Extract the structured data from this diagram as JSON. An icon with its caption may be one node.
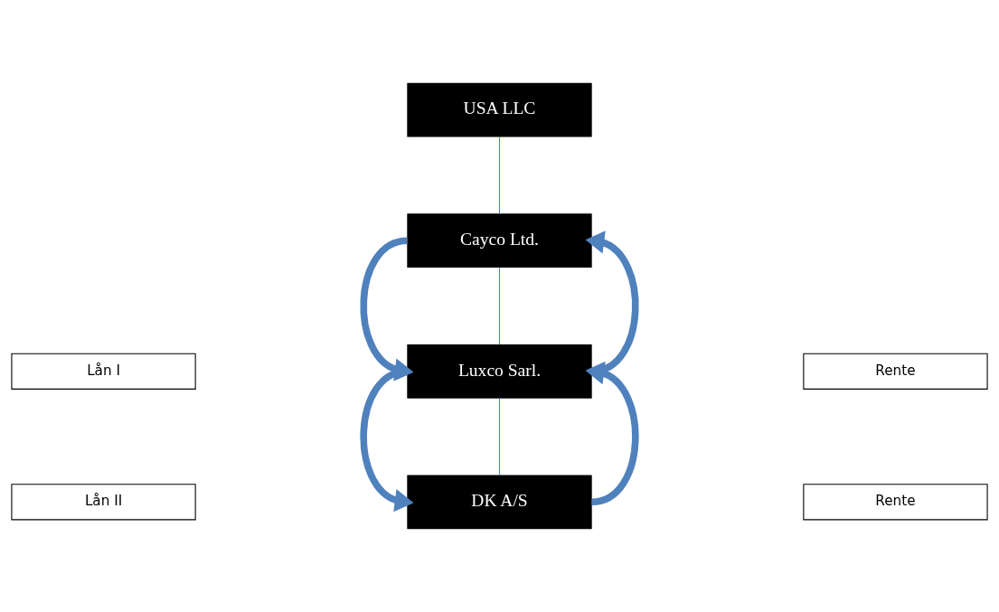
{
  "diagram": {
    "nodes": [
      {
        "text": [
          "USA LLC"
        ]
      },
      {
        "text": [
          "Cayco Ltd."
        ]
      },
      {
        "text": [
          "Luxco Sarl."
        ]
      },
      {
        "text": [
          "DK A/S"
        ]
      },
      {
        "text": [
          "Lån I"
        ]
      },
      {
        "text": [
          "Rente"
        ]
      },
      {
        "text": [
          "Lån II"
        ]
      },
      {
        "text": [
          "Rente"
        ]
      }
    ],
    "edges": [
      {
        "from": 0,
        "to": 1,
        "arrow": "none"
      },
      {
        "from": 1,
        "to": 2,
        "arrow": "none"
      },
      {
        "from": 2,
        "to": 3,
        "arrow": "none"
      },
      {
        "from": 1,
        "to": 2,
        "arrow": "to"
      },
      {
        "from": 2,
        "to": 1,
        "arrow": "to"
      },
      {
        "from": 2,
        "to": 3,
        "arrow": "to"
      },
      {
        "from": 3,
        "to": 2,
        "arrow": "to"
      }
    ]
  }
}
